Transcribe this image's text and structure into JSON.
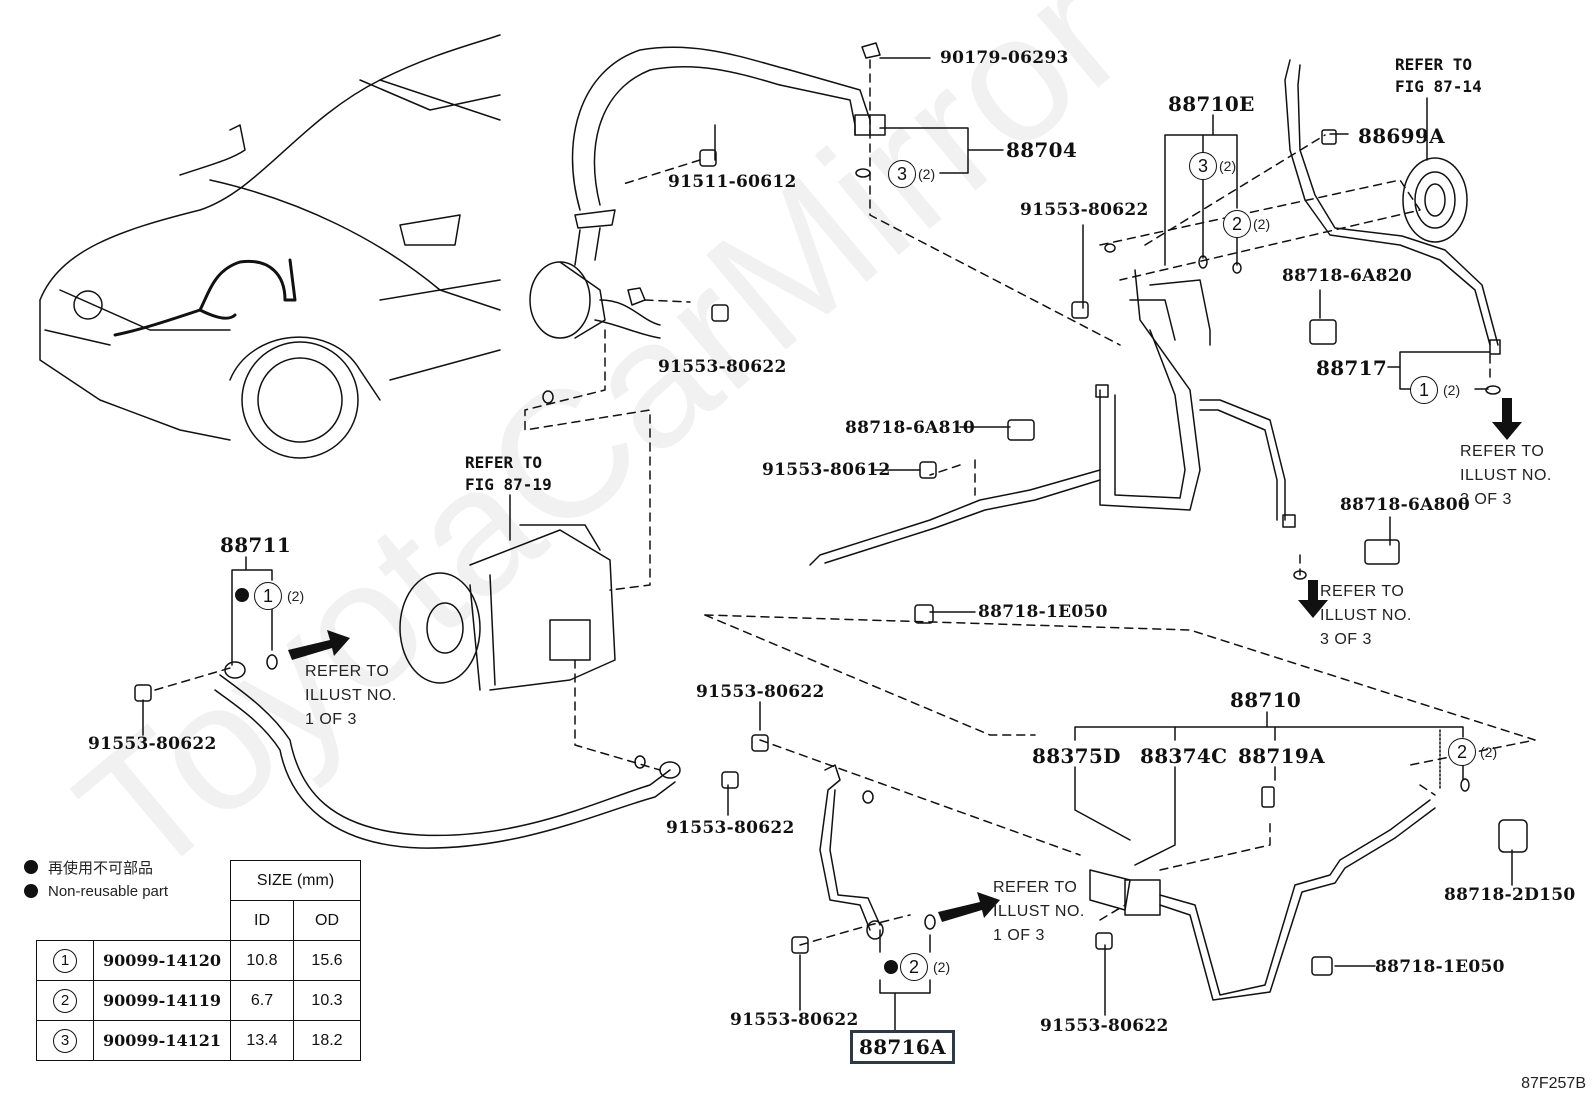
{
  "watermark": "ToyotaCarMirror",
  "figure_id": "87F257B",
  "parts": {
    "p90179": "90179-06293",
    "p88704": "88704",
    "p91511": "91511-60612",
    "p91553_a": "91553-80622",
    "p88710E": "88710E",
    "p91553_b": "91553-80622",
    "p88699A": "88699A",
    "p88718_6A820": "88718-6A820",
    "p88717": "88717",
    "p88718_6A810": "88718-6A810",
    "p91553_80612": "91553-80612",
    "p88718_6A800": "88718-6A800",
    "p88718_1E050_a": "88718-1E050",
    "p88711": "88711",
    "p91553_c": "91553-80622",
    "p91553_d": "91553-80622",
    "p91553_e": "91553-80622",
    "p88710": "88710",
    "p88375D": "88375D",
    "p88374C": "88374C",
    "p88719A": "88719A",
    "p91553_f": "91553-80622",
    "p88716A": "88716A",
    "p91553_g": "91553-80622",
    "p88718_2D150": "88718-2D150",
    "p88718_1E050_b": "88718-1E050"
  },
  "refs": {
    "fig_87_14": "REFER TO\nFIG 87-14",
    "fig_87_19": "REFER TO\nFIG 87-19",
    "illust_3a": "REFER TO\nILLUST NO.\n3 OF 3",
    "illust_3b": "REFER TO\nILLUST NO.\n3 OF 3",
    "illust_1a": "REFER TO\nILLUST NO.\n1 OF 3",
    "illust_1b": "REFER TO\nILLUST NO.\n1 OF 3"
  },
  "callouts": {
    "qty": "(2)",
    "one": "1",
    "two": "2",
    "three": "3"
  },
  "legend": {
    "jp": "再使用不可部品",
    "en": "Non-reusable part"
  },
  "size_table": {
    "header": "SIZE (mm)",
    "col_id": "ID",
    "col_od": "OD",
    "rows": [
      {
        "idx": "1",
        "code": "90099-14120",
        "id": "10.8",
        "od": "15.6"
      },
      {
        "idx": "2",
        "code": "90099-14119",
        "id": "6.7",
        "od": "10.3"
      },
      {
        "idx": "3",
        "code": "90099-14121",
        "id": "13.4",
        "od": "18.2"
      }
    ]
  }
}
